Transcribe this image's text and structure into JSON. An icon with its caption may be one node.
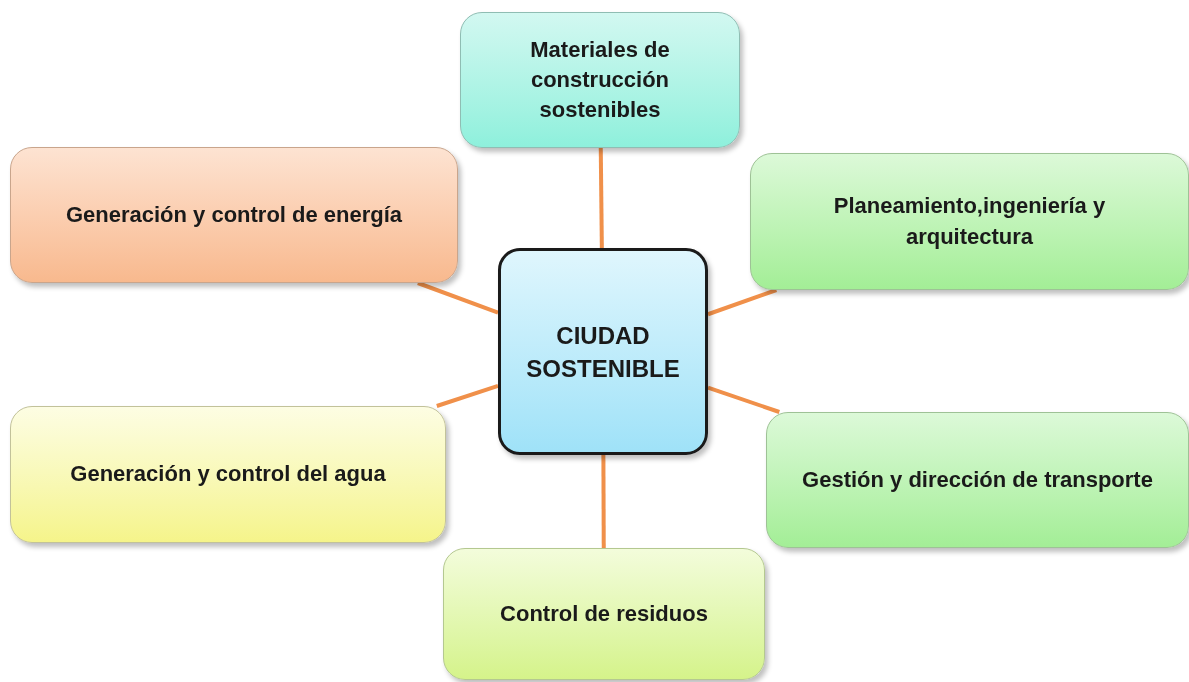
{
  "diagram": {
    "nodes": [
      {
        "text": [
          "Materiales de construcción sostenibles"
        ]
      },
      {
        "text": [
          "Generación y control de energía"
        ]
      },
      {
        "text": [
          "Planeamiento,ingeniería y arquitectura"
        ]
      },
      {
        "text": [
          "CIUDAD SOSTENIBLE"
        ]
      },
      {
        "text": [
          "Generación y control del agua"
        ]
      },
      {
        "text": [
          "Gestión y dirección de transporte"
        ]
      },
      {
        "text": [
          "Control de residuos"
        ]
      }
    ],
    "edges": [
      {
        "from": 3,
        "to": 0,
        "arrow": "none"
      },
      {
        "from": 3,
        "to": 1,
        "arrow": "none"
      },
      {
        "from": 3,
        "to": 2,
        "arrow": "none"
      },
      {
        "from": 3,
        "to": 4,
        "arrow": "none"
      },
      {
        "from": 3,
        "to": 5,
        "arrow": "none"
      },
      {
        "from": 3,
        "to": 6,
        "arrow": "none"
      }
    ]
  }
}
